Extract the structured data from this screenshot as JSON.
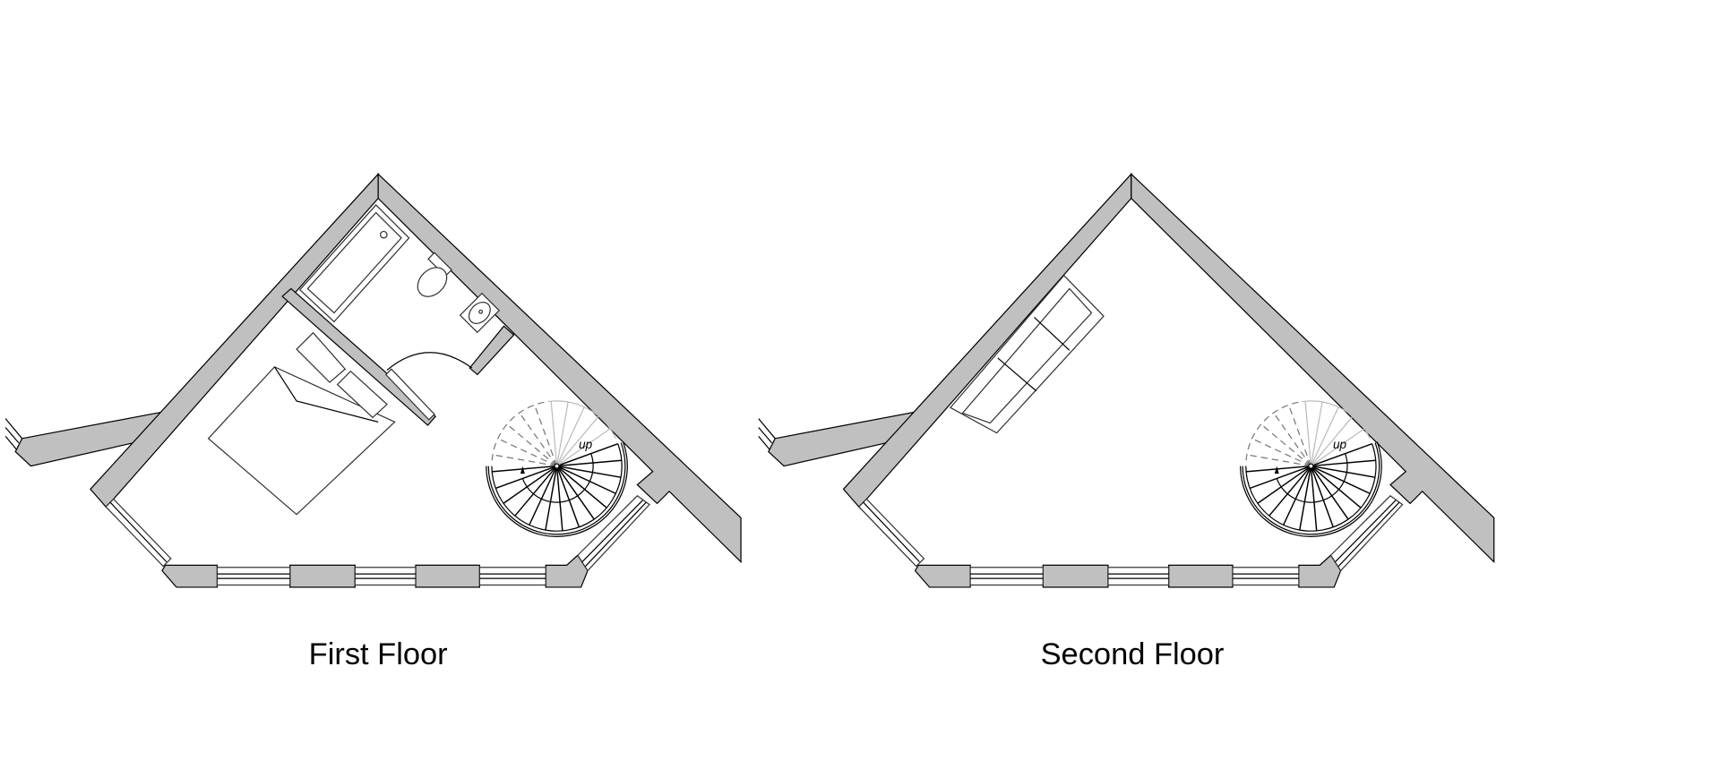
{
  "floors": [
    {
      "label": "First Floor",
      "stair_label": "up"
    },
    {
      "label": "Second Floor",
      "stair_label": "up"
    }
  ],
  "colors": {
    "wall_fill": "#c0c0c0",
    "line": "#000000",
    "background": "#ffffff"
  }
}
